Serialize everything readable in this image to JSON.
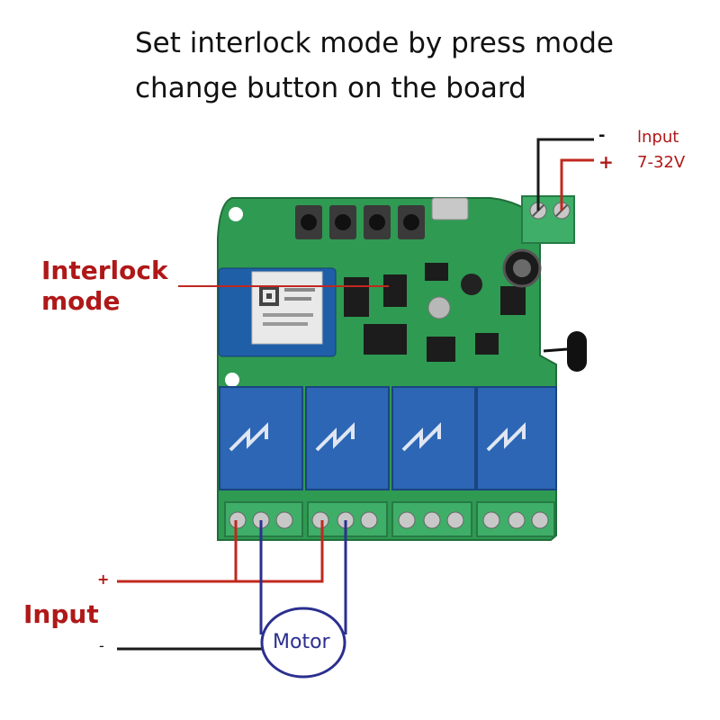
{
  "title": {
    "line1": "Set interlock mode by press mode",
    "line2": "change button on the board"
  },
  "power_input": {
    "minus": "-",
    "plus": "+",
    "label": "lnput",
    "voltage": "7-32V"
  },
  "interlock": {
    "line1": "Interlock",
    "line2": "mode"
  },
  "motor_input": {
    "plus": "+",
    "label": "Input",
    "minus": "-"
  },
  "motor": {
    "label": "Motor"
  },
  "colors": {
    "red_wire": "#c0281e",
    "blue_wire": "#2b2f8f",
    "board": "#2f9a52",
    "relay": "#2c66b5",
    "terminal": "#3fae68"
  }
}
